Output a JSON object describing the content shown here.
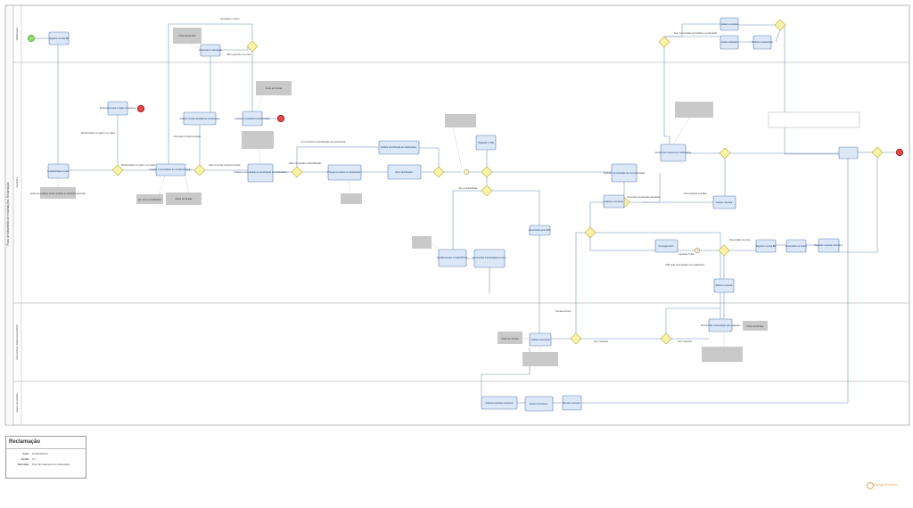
{
  "diagram": {
    "pool_title": "Fluxo de tratamento de reclamações: Reclamação",
    "lanes": [
      {
        "name": "Manifestante"
      },
      {
        "name": "Ouvidoria"
      },
      {
        "name": "Área técnica / Responsável (UPR)"
      },
      {
        "name": "Gestor da unidade"
      }
    ],
    "tasks": [
      {
        "label": "Registrar no Fala.BR"
      },
      {
        "label": "Analisar/triagem inicial"
      },
      {
        "label": "Encaminhar para o órgão competente"
      },
      {
        "label": "Analisar a necessidade de complementação"
      },
      {
        "label": "Solicitar complementação ao manifestante"
      },
      {
        "label": "Responder à solicitação"
      },
      {
        "label": "Analisar a resposta/complementação"
      },
      {
        "label": "Verificar a necessidade de identificação do manifestante"
      },
      {
        "label": "Proteger os dados do manifestante"
      },
      {
        "label": "Solicitar identificação ao manifestante"
      },
      {
        "label": "Aferir identificação"
      },
      {
        "label": "Registrar no SEI"
      },
      {
        "label": "Encaminhar para UPR"
      },
      {
        "label": "Identificar prazo no SEI/OFÍCIO"
      },
      {
        "label": "Encaminhar manifestação ao setor"
      },
      {
        "label": "Analisar a demanda"
      },
      {
        "label": "Verificar a necessidade de nova informação"
      },
      {
        "label": "Analisar resposta"
      },
      {
        "label": "Encaminhar resposta ao manifestante"
      },
      {
        "label": "Registrar no Fala.BR"
      },
      {
        "label": "Encaminhar ao Gestor"
      },
      {
        "label": "Registrar resposta conclusiva"
      },
      {
        "label": "Prorrogar prazo"
      },
      {
        "label": "Elaborar resposta"
      },
      {
        "label": "Analisar a demanda"
      },
      {
        "label": "Encaminhar manifestação para resposta"
      },
      {
        "label": "Elaborar resposta conclusiva"
      },
      {
        "label": "Enviar à Ouvidoria"
      },
      {
        "label": "Receber resposta"
      },
      {
        "label": "Avaliar a resposta"
      },
      {
        "label": "Avaliar satisfação"
      },
      {
        "label": "Finalizar manifestação"
      }
    ],
    "flows": [
      {
        "label": "Manifestação de registro ou órgão"
      },
      {
        "label": "Manifestação de registro no órgão"
      },
      {
        "label": "Necessita complementação"
      },
      {
        "label": "Não necessita complementação"
      },
      {
        "label": "Recebida no prazo"
      },
      {
        "label": "Não respondeu no prazo"
      },
      {
        "label": "É necessário a identificação do manifestante"
      },
      {
        "label": "Não é necessário a identificação"
      },
      {
        "label": "Sem complexidade"
      },
      {
        "label": "Resposta considerada adequada"
      },
      {
        "label": "Necessitando reanálise"
      },
      {
        "label": "Sem resposta"
      },
      {
        "label": "Respondido no prazo"
      },
      {
        "label": "Aguardar 5 dias"
      },
      {
        "label": "UPR pede prorrogação com justificativa"
      },
      {
        "label": "Sem resposta"
      },
      {
        "label": "Deseja recorrer"
      },
      {
        "label": "Sem necessidade de finalizar a reclamação"
      }
    ],
    "notes": [
      {
        "label": "Antes de qualquer envio, verificar se há dados pessoais"
      },
      {
        "label": "Prazo de 10 dias"
      },
      {
        "label": "Prazo de 30 dias"
      },
      {
        "label": "Prazo de 20 dias"
      },
      {
        "label": "Art. 10 Lei 13.460/2017"
      },
      {
        "label": "Prazo de 10 dias"
      },
      {
        "label": "Prazo de 20 dias"
      }
    ]
  },
  "legend": {
    "title": "Reclamação",
    "rows": [
      {
        "key": "Autor:",
        "value": "Ouvidoria/CGU"
      },
      {
        "key": "Versão:",
        "value": "1.0"
      },
      {
        "key": "Descrição:",
        "value": "Fluxo de tratamento de reclamações"
      }
    ]
  },
  "brand": {
    "text": "Bizagi Modeler"
  },
  "colors": {
    "task_fill": "#dce8f7",
    "task_stroke": "#5a7fb5",
    "gateway_fill": "#f9f3a8",
    "gateway_stroke": "#b7a935",
    "start_fill": "#8ee06a",
    "end_fill": "#e44a4a",
    "note_fill": "#c9c9c9"
  }
}
